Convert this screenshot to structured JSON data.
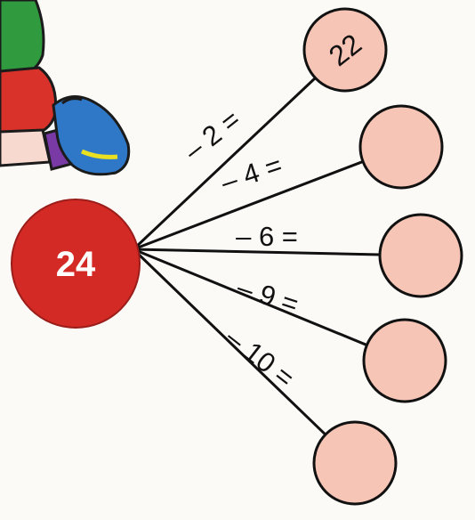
{
  "center": {
    "value": "24",
    "fill": "#d42a26",
    "text_color": "#ffffff"
  },
  "branches": [
    {
      "operation": "– 2 =",
      "answer": "22"
    },
    {
      "operation": "– 4 =",
      "answer": ""
    },
    {
      "operation": "– 6 =",
      "answer": ""
    },
    {
      "operation": "– 9 =",
      "answer": ""
    },
    {
      "operation": "– 10 =",
      "answer": ""
    }
  ],
  "colors": {
    "answer_circle": "#f6c5b6",
    "line": "#111111",
    "background": "#fbfaf6"
  },
  "illustration": "cartoon-child-legs-and-sneaker"
}
